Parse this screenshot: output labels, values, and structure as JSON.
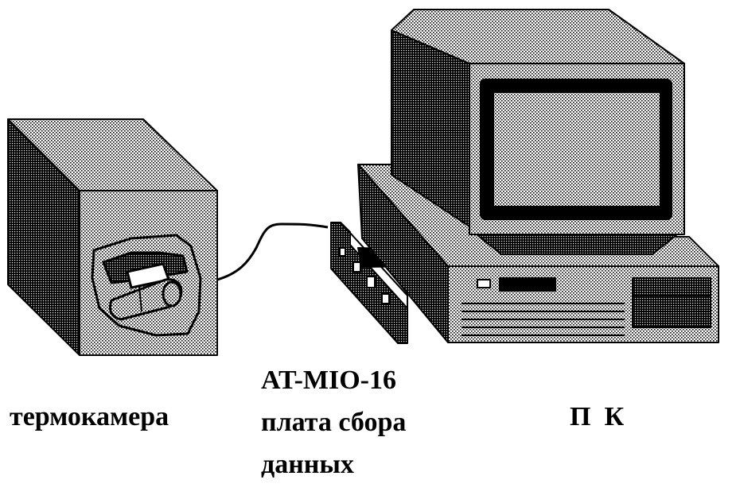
{
  "labels": {
    "chamber": "термокамера",
    "board_model": "AT-MIO-16",
    "board_line1": "плата сбора",
    "board_line2": "данных",
    "pc": "П  К"
  },
  "colors": {
    "ink": "#000000",
    "paper": "#ffffff"
  },
  "icons": [
    "thermal-chamber",
    "camera",
    "cable",
    "daq-board",
    "computer-monitor",
    "system-unit"
  ]
}
